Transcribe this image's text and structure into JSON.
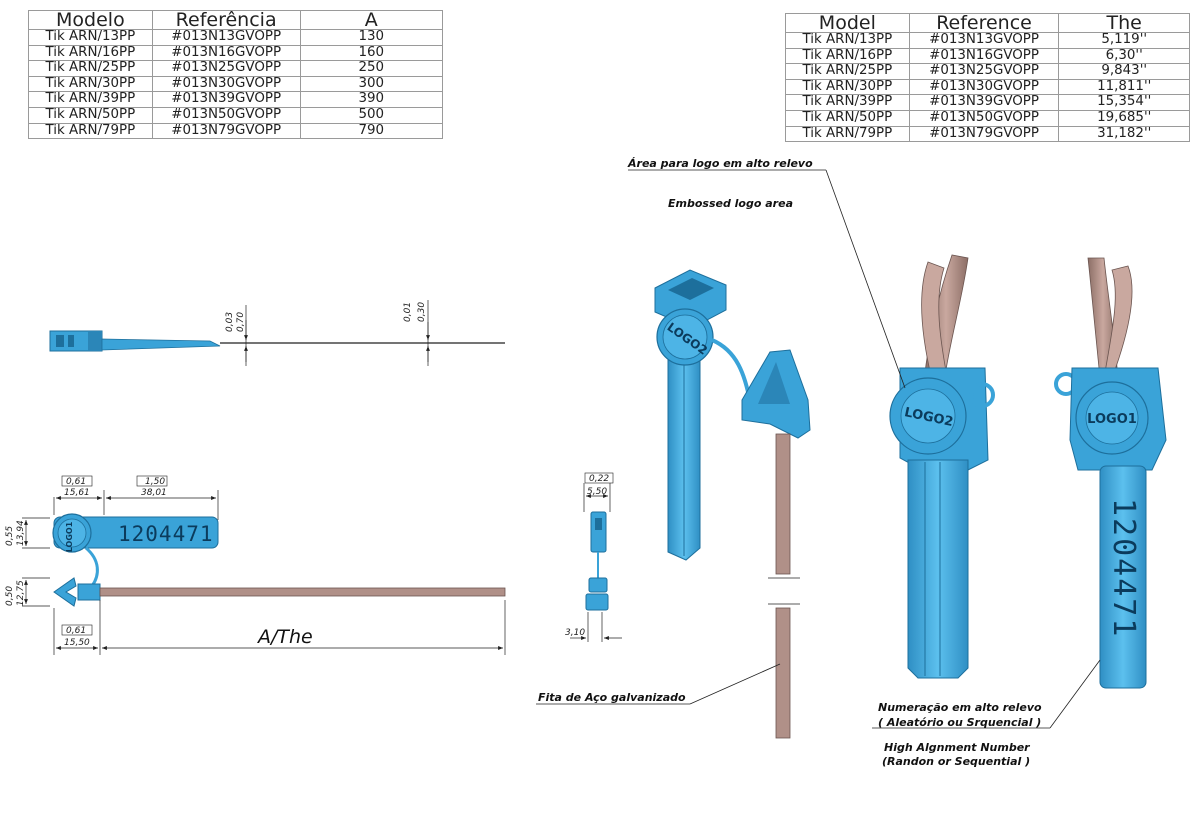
{
  "table_pt": {
    "headers": [
      "Modelo",
      "Referência",
      "A"
    ],
    "rows": [
      [
        "Tik ARN/13PP",
        "#013N13GVOPP",
        "130"
      ],
      [
        "Tik ARN/16PP",
        "#013N16GVOPP",
        "160"
      ],
      [
        "Tik ARN/25PP",
        "#013N25GVOPP",
        "250"
      ],
      [
        "Tik ARN/30PP",
        "#013N30GVOPP",
        "300"
      ],
      [
        "Tik ARN/39PP",
        "#013N39GVOPP",
        "390"
      ],
      [
        "Tik ARN/50PP",
        "#013N50GVOPP",
        "500"
      ],
      [
        "Tik ARN/79PP",
        "#013N79GVOPP",
        "790"
      ]
    ]
  },
  "table_en": {
    "headers": [
      "Model",
      "Reference",
      "The"
    ],
    "rows": [
      [
        "Tik ARN/13PP",
        "#013N13GVOPP",
        "5,119''"
      ],
      [
        "Tik ARN/16PP",
        "#013N16GVOPP",
        "6,30''"
      ],
      [
        "Tik ARN/25PP",
        "#013N25GVOPP",
        "9,843''"
      ],
      [
        "Tik ARN/30PP",
        "#013N30GVOPP",
        "11,811''"
      ],
      [
        "Tik ARN/39PP",
        "#013N39GVOPP",
        "15,354''"
      ],
      [
        "Tik ARN/50PP",
        "#013N50GVOPP",
        "19,685''"
      ],
      [
        "Tik ARN/79PP",
        "#013N79GVOPP",
        "31,182''"
      ]
    ]
  },
  "dimensions": {
    "d_003": "0,03",
    "d_070": "0,70",
    "d_001": "0,01",
    "d_030": "0,30",
    "d_061_top": "0,61",
    "d_1561": "15,61",
    "d_150": "1,50",
    "d_3801": "38,01",
    "d_055": "0,55",
    "d_1394": "13,94",
    "d_050": "0,50",
    "d_1275": "12,75",
    "d_061_bot": "0,61",
    "d_1550": "15,50",
    "d_A": "A/The",
    "d_022": "0,22",
    "d_550": "5,50",
    "d_310": "3,10"
  },
  "part_text": {
    "serial": "1204471",
    "logo1": "LOGO1",
    "logo2": "LOGO2"
  },
  "notes": {
    "logo_area_pt": "Área para logo em alto relevo",
    "logo_area_en": "Embossed logo area",
    "steel_tape": "Fita de Aço galvanizado",
    "numbering_pt_1": "Numeração em alto relevo",
    "numbering_pt_2": "( Aleatório ou Srquencial )",
    "numbering_en_1": "High Algnment Number",
    "numbering_en_2": "(Randon or Sequential )"
  },
  "colors": {
    "seal_blue": "#3aa3d8",
    "seal_dark": "#1d6f9c",
    "tape": "#b09088"
  }
}
